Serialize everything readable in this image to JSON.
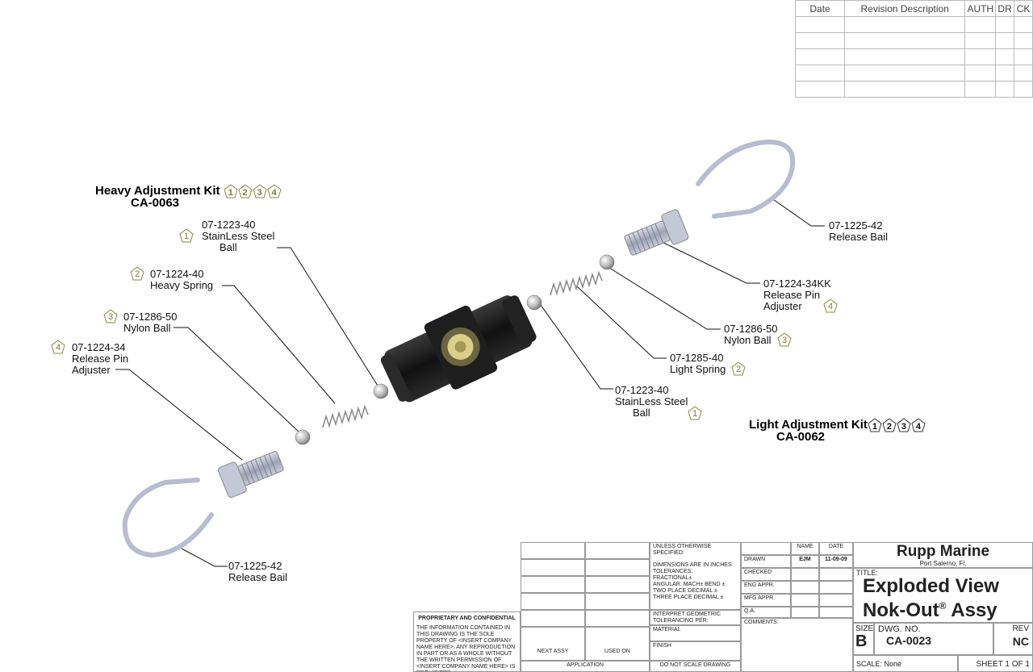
{
  "revision_table": {
    "headers": [
      "Date",
      "Revision Description",
      "AUTH",
      "DR",
      "CK"
    ]
  },
  "heavy_kit": {
    "title": "Heavy Adjustment Kit",
    "code": "CA-0063",
    "badges": [
      "1",
      "2",
      "3",
      "4"
    ]
  },
  "light_kit": {
    "title": "Light Adjustment Kit",
    "code": "CA-0062",
    "badges": [
      "1",
      "2",
      "3",
      "4"
    ]
  },
  "callouts_left": [
    {
      "badge": "1",
      "part": "07-1223-40",
      "desc1": "StainLess Steel",
      "desc2": "Ball"
    },
    {
      "badge": "2",
      "part": "07-1224-40",
      "desc1": "Heavy Spring",
      "desc2": ""
    },
    {
      "badge": "3",
      "part": "07-1286-50",
      "desc1": "Nylon Ball",
      "desc2": ""
    },
    {
      "badge": "4",
      "part": "07-1224-34",
      "desc1": "Release Pin",
      "desc2": "Adjuster"
    },
    {
      "badge": "",
      "part": "07-1225-42",
      "desc1": "Release Bail",
      "desc2": ""
    }
  ],
  "callouts_right": [
    {
      "badge": "",
      "part": "07-1225-42",
      "desc1": "Release Bail",
      "desc2": ""
    },
    {
      "badge": "4",
      "part": "07-1224-34KK",
      "desc1": "Release Pin",
      "desc2": "Adjuster"
    },
    {
      "badge": "3",
      "part": "07-1286-50",
      "desc1": "Nylon Ball",
      "desc2": ""
    },
    {
      "badge": "2",
      "part": "07-1285-40",
      "desc1": "Light Spring",
      "desc2": ""
    },
    {
      "badge": "1",
      "part": "07-1223-40",
      "desc1": "StainLess Steel",
      "desc2": "Ball"
    }
  ],
  "title_block": {
    "company": "Rupp Marine",
    "location": "Port Salerno, Fl.",
    "title_label": "TITLE:",
    "title_line1": "Exploded View",
    "title_line2": "Nok-Out",
    "reg": "®",
    "title_line2b": " Assy",
    "size_label": "SIZE",
    "size": "B",
    "dwg_label": "DWG.  NO.",
    "dwg_no": "CA-0023",
    "rev_label": "REV",
    "rev": "NC",
    "scale": "SCALE: None",
    "sheet": "SHEET 1 OF 1",
    "unless": "UNLESS OTHERWISE SPECIFIED:",
    "name_hdr": "NAME",
    "date_hdr": "DATE",
    "drawn": "DRAWN",
    "drawn_name": "EJM",
    "drawn_date": "11-09-09",
    "checked": "CHECKED",
    "eng": "ENG APPR.",
    "mfg": "MFG APPR.",
    "qa": "Q.A.",
    "comments": "COMMENTS:",
    "dims": "DIMENSIONS ARE IN INCHES",
    "tol": "TOLERANCES:",
    "frac": "FRACTIONAL±",
    "ang": "ANGULAR: MACH±   BEND ±",
    "two": "TWO PLACE DECIMAL   ±",
    "three": "THREE PLACE DECIMAL  ±",
    "interp": "INTERPRET GEOMETRIC",
    "interp2": "TOLERANCING PER:",
    "material": "MATERIAL",
    "finish": "FINISH",
    "noscale": "DO NOT SCALE DRAWING",
    "next_assy": "NEXT ASSY",
    "used_on": "USED ON",
    "application": "APPLICATION",
    "prop_title": "PROPRIETARY AND CONFIDENTIAL",
    "prop_text": "THE INFORMATION CONTAINED IN THIS DRAWING IS THE SOLE PROPERTY OF <INSERT COMPANY NAME HERE>.  ANY REPRODUCTION IN PART OR AS A WHOLE WITHOUT THE WRITTEN PERMISSION OF <INSERT COMPANY NAME HERE> IS PROHIBITED."
  }
}
